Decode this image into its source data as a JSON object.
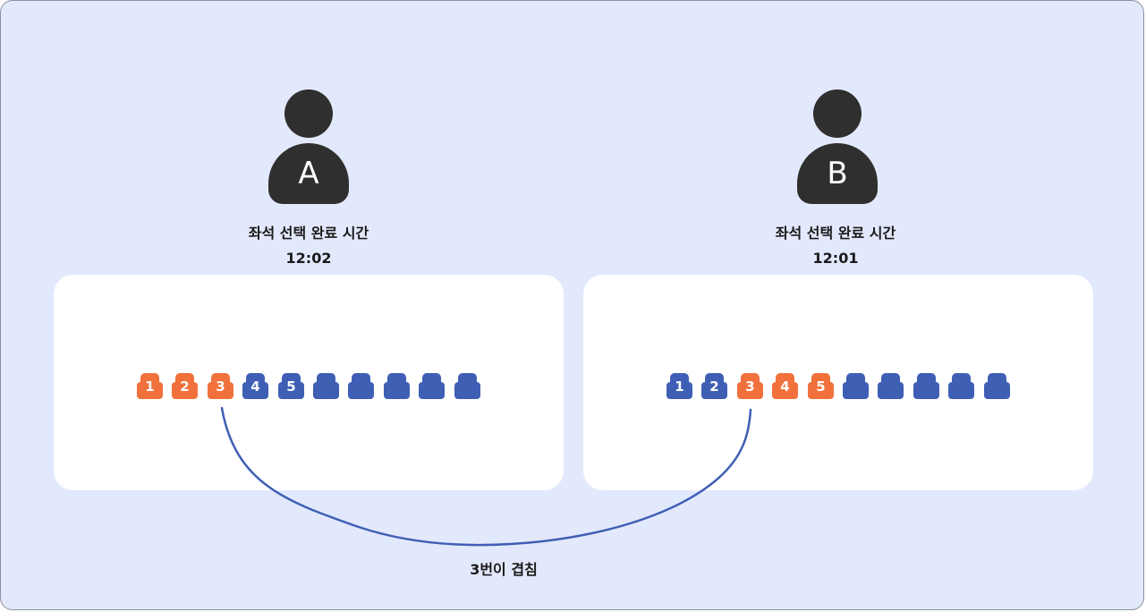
{
  "users": [
    {
      "label": "A",
      "caption": "좌석 선택 완료 시간",
      "time": "12:02",
      "seats": [
        {
          "label": "1",
          "color": "#f0713c"
        },
        {
          "label": "2",
          "color": "#f0713c"
        },
        {
          "label": "3",
          "color": "#f0713c"
        },
        {
          "label": "4",
          "color": "#3f5fb5"
        },
        {
          "label": "5",
          "color": "#3f5fb5"
        },
        {
          "label": "",
          "color": "#3f5fb5"
        },
        {
          "label": "",
          "color": "#3f5fb5"
        },
        {
          "label": "",
          "color": "#3f5fb5"
        },
        {
          "label": "",
          "color": "#3f5fb5"
        },
        {
          "label": "",
          "color": "#3f5fb5"
        }
      ]
    },
    {
      "label": "B",
      "caption": "좌석 선택 완료 시간",
      "time": "12:01",
      "seats": [
        {
          "label": "1",
          "color": "#3f5fb5"
        },
        {
          "label": "2",
          "color": "#3f5fb5"
        },
        {
          "label": "3",
          "color": "#f0713c"
        },
        {
          "label": "4",
          "color": "#f0713c"
        },
        {
          "label": "5",
          "color": "#f0713c"
        },
        {
          "label": "",
          "color": "#3f5fb5"
        },
        {
          "label": "",
          "color": "#3f5fb5"
        },
        {
          "label": "",
          "color": "#3f5fb5"
        },
        {
          "label": "",
          "color": "#3f5fb5"
        },
        {
          "label": "",
          "color": "#3f5fb5"
        }
      ]
    }
  ],
  "overlap_label": "3번이 겹침",
  "colors": {
    "background": "#e3e9fc",
    "selected_seat": "#f0713c",
    "available_seat": "#3f5fb5",
    "connector": "#3f5fb5",
    "user_icon": "#2f2f2f"
  }
}
